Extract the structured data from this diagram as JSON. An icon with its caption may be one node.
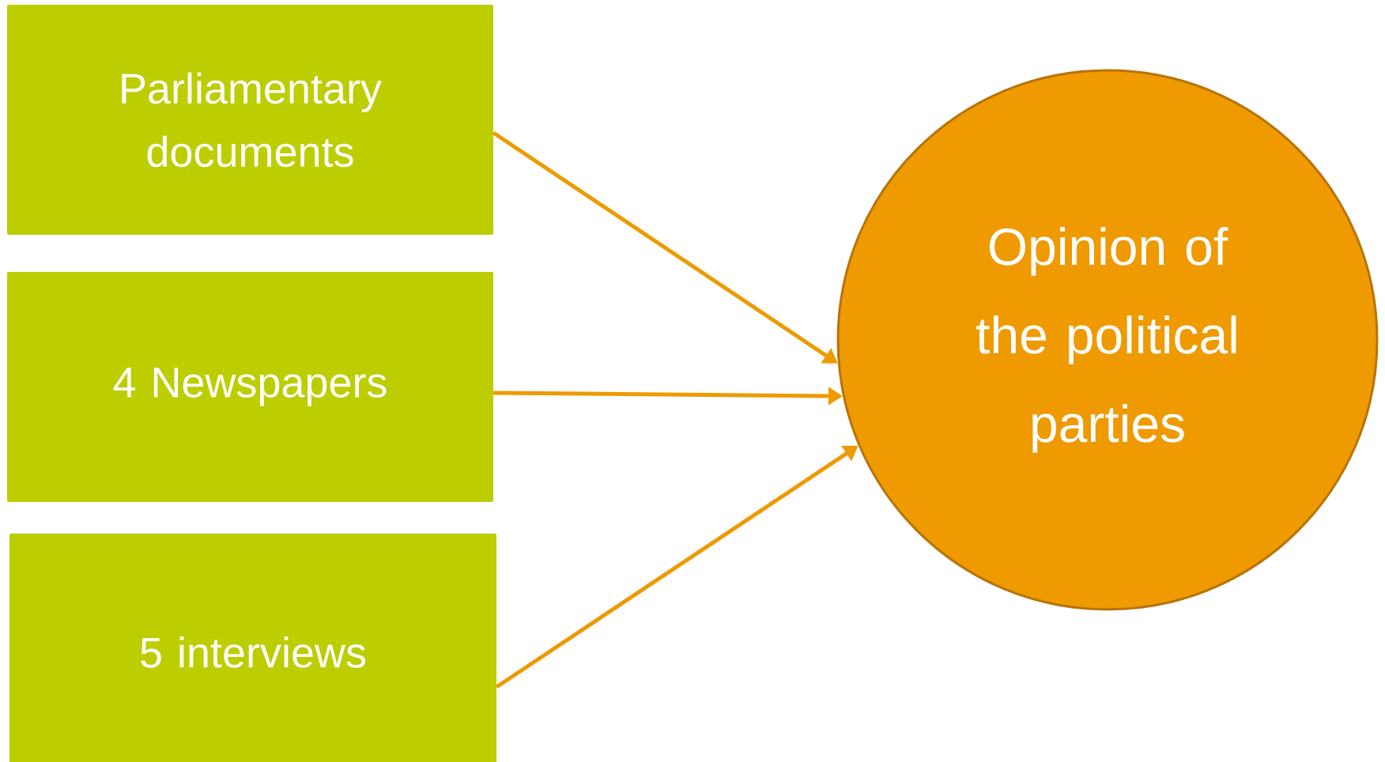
{
  "diagram": {
    "nodes": [
      {
        "text": [
          "Parliamentary documents"
        ]
      },
      {
        "text": [
          "4 Newspapers"
        ]
      },
      {
        "text": [
          "5 interviews"
        ]
      },
      {
        "text": [
          "Opinion of the political parties"
        ]
      }
    ],
    "edges": [
      {
        "from": 0,
        "to": 3,
        "arrow": "to"
      },
      {
        "from": 1,
        "to": 3,
        "arrow": "to"
      },
      {
        "from": 2,
        "to": 3,
        "arrow": "to"
      }
    ]
  }
}
